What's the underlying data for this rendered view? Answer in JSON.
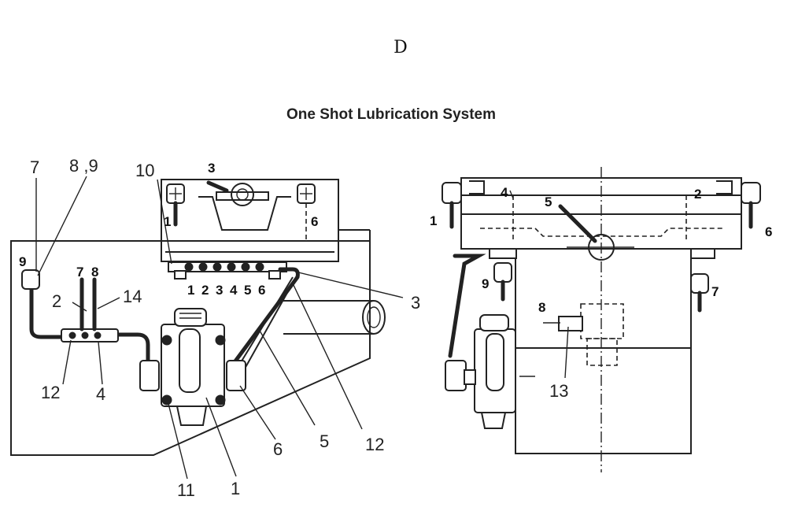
{
  "header": {
    "letter": "D",
    "title": "One Shot Lubrication System"
  },
  "left_view": {
    "callouts": [
      "7",
      "8 ,9",
      "10",
      "3",
      "1",
      "6",
      "9",
      "7",
      "8",
      "2",
      "14",
      "1",
      "2",
      "3",
      "4",
      "5",
      "6",
      "3",
      "12",
      "4",
      "6",
      "5",
      "12",
      "11",
      "1"
    ]
  },
  "right_view": {
    "callouts": [
      "4",
      "5",
      "2",
      "1",
      "6",
      "9",
      "7",
      "8",
      "13"
    ]
  }
}
